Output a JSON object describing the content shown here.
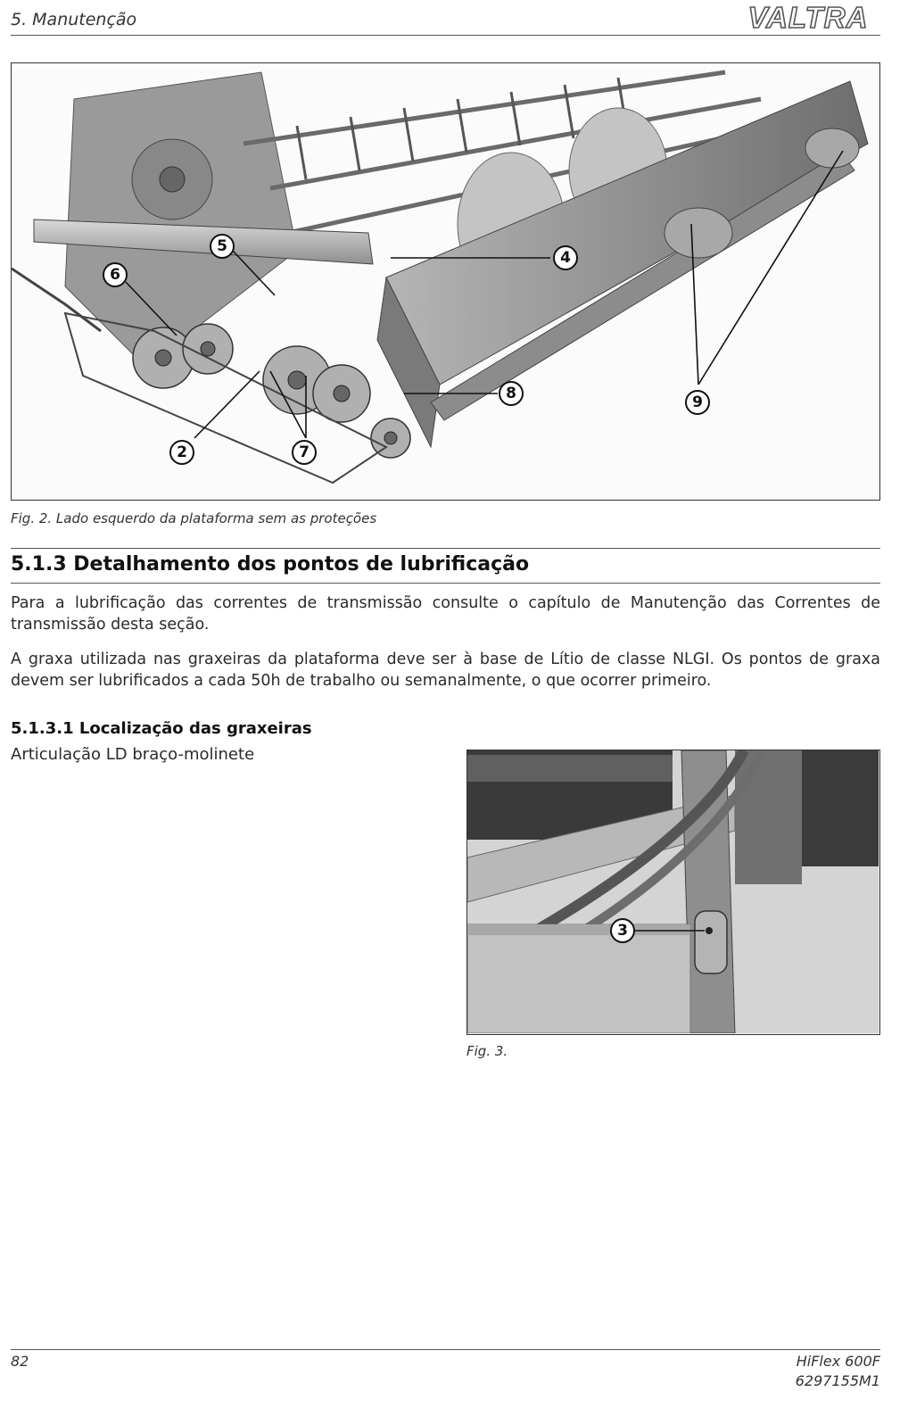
{
  "header": {
    "section": "5. Manutenção",
    "brand": "VALTRA"
  },
  "figure2": {
    "caption": "Fig. 2.  Lado esquerdo da plataforma sem as proteções",
    "callouts": [
      "5",
      "4",
      "6",
      "8",
      "9",
      "2",
      "7"
    ]
  },
  "section": {
    "heading": "5.1.3  Detalhamento dos pontos de lubrificação",
    "paragraph1": "Para a lubrificação das correntes de transmissão consulte o capítulo de Manutenção das Correntes de transmissão desta seção.",
    "paragraph2": "A graxa utilizada nas graxeiras da plataforma deve ser à base de Lítio de classe NLGI. Os pontos de graxa devem ser lubrificados a cada 50h de trabalho ou semanalmente, o que ocorrer primeiro.",
    "subheading": "5.1.3.1  Localização das graxeiras",
    "subtext": "Articulação LD braço-molinete"
  },
  "figure3": {
    "caption": "Fig. 3.",
    "callouts": [
      "3"
    ]
  },
  "footer": {
    "page_number": "82",
    "model": "HiFlex 600F",
    "doc_code": "6297155M1"
  }
}
